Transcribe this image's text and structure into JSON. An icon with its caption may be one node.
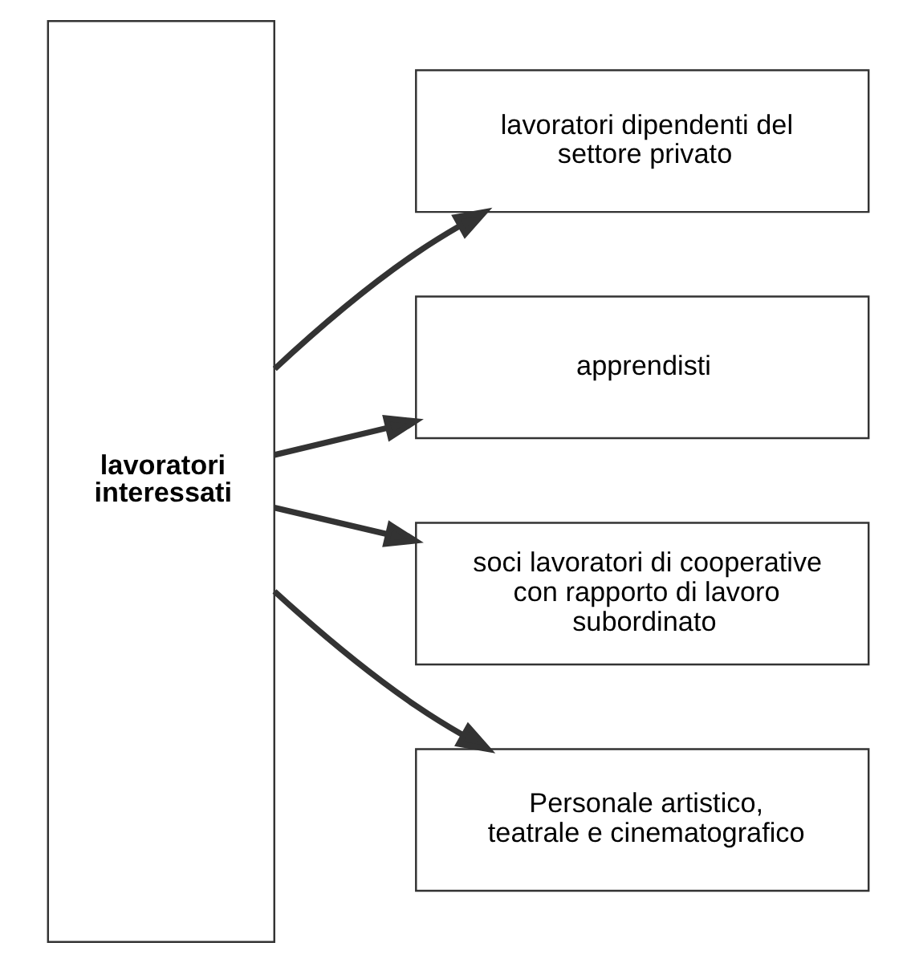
{
  "diagram": {
    "nodes": [
      {
        "text": [
          "lavoratori interessati"
        ]
      },
      {
        "text": [
          "lavoratori dipendenti del settore privato"
        ]
      },
      {
        "text": [
          "apprendisti"
        ]
      },
      {
        "text": [
          "soci lavoratori di cooperative con rapporto di lavoro subordinato"
        ]
      },
      {
        "text": [
          "Personale artistico, teatrale e cinematografico"
        ]
      }
    ],
    "edges": [
      {
        "from": 0,
        "to": 1,
        "arrow": "to"
      },
      {
        "from": 0,
        "to": 2,
        "arrow": "to"
      },
      {
        "from": 0,
        "to": 3,
        "arrow": "to"
      },
      {
        "from": 0,
        "to": 4,
        "arrow": "to"
      }
    ]
  }
}
